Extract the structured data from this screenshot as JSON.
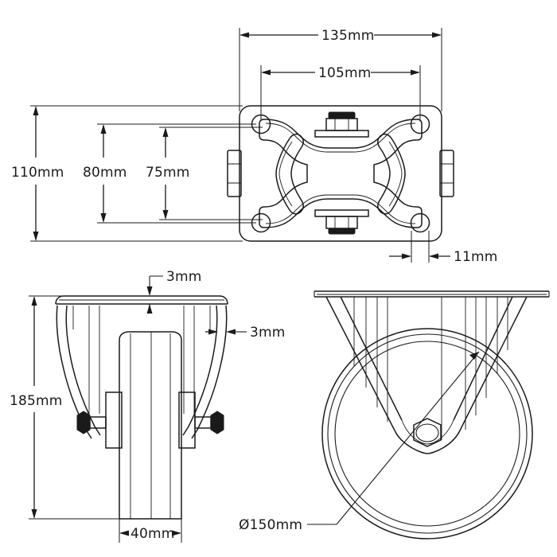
{
  "drawing": {
    "title": "Fixed caster technical drawing",
    "subject": "caster-wheel-assembly",
    "background_color": "#ffffff",
    "line_color": "#1a1a1a",
    "units": "mm",
    "views": [
      {
        "name": "top-view",
        "label": ""
      },
      {
        "name": "side-view",
        "label": ""
      },
      {
        "name": "front-view",
        "label": ""
      }
    ]
  },
  "dimensions": {
    "plate_width_overall": "135mm",
    "bolt_hole_spacing_width": "105mm",
    "plate_length_overall": "110mm",
    "bolt_hole_spacing_length": "80mm",
    "slot_span": "75mm",
    "hole_diameter": "11mm",
    "overall_height": "185mm",
    "plate_thickness": "3mm",
    "bracket_thickness": "3mm",
    "wheel_width": "40mm",
    "wheel_diameter": "Ø150mm"
  }
}
